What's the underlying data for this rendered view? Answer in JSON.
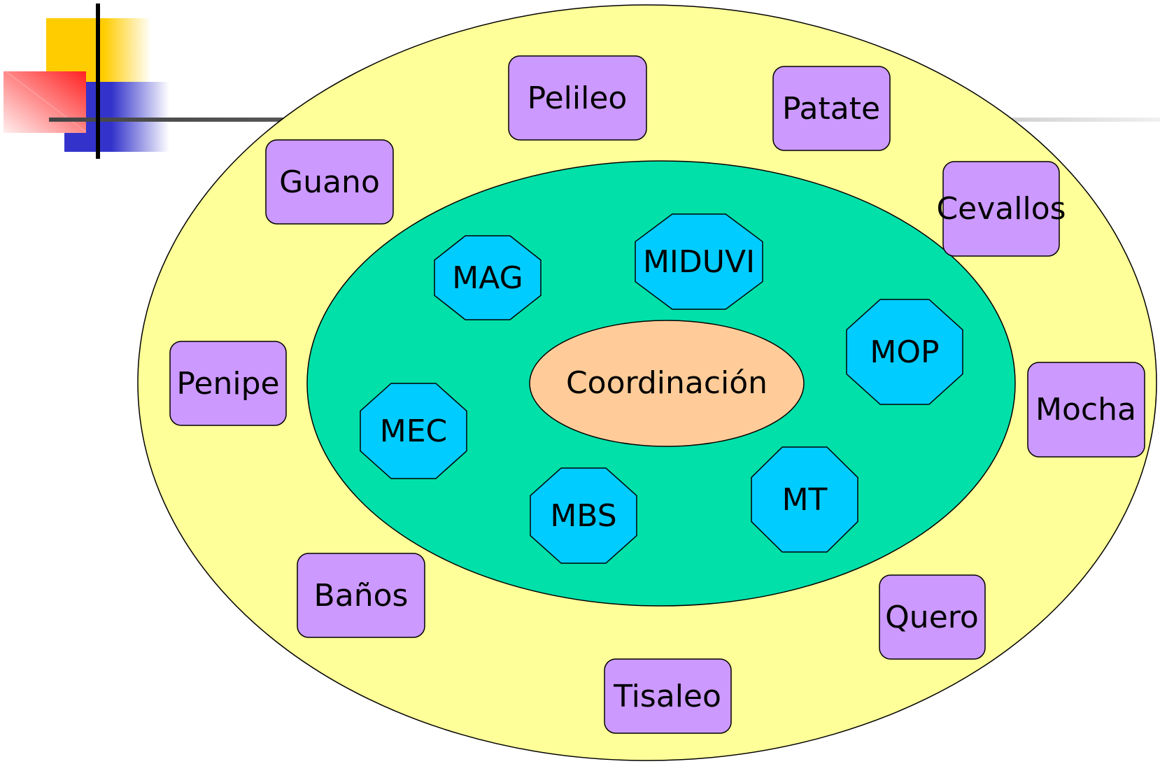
{
  "center": {
    "label": "Coordinación"
  },
  "ministries": [
    {
      "id": "mag",
      "label": "MAG"
    },
    {
      "id": "miduvi",
      "label": "MIDUVI"
    },
    {
      "id": "mop",
      "label": "MOP"
    },
    {
      "id": "mec",
      "label": "MEC"
    },
    {
      "id": "mbs",
      "label": "MBS"
    },
    {
      "id": "mt",
      "label": "MT"
    }
  ],
  "municipalities": [
    {
      "id": "pelileo",
      "label": "Pelileo"
    },
    {
      "id": "patate",
      "label": "Patate"
    },
    {
      "id": "guano",
      "label": "Guano"
    },
    {
      "id": "cevallos",
      "label": "Cevallos"
    },
    {
      "id": "penipe",
      "label": "Penipe"
    },
    {
      "id": "mocha",
      "label": "Mocha"
    },
    {
      "id": "banos",
      "label": "Baños"
    },
    {
      "id": "quero",
      "label": "Quero"
    },
    {
      "id": "tisaleo",
      "label": "Tisaleo"
    }
  ],
  "colors": {
    "outer_ring": "#ffff99",
    "inner_ring": "#00e0a8",
    "center": "#ffcc99",
    "ministry": "#00ccff",
    "municipality": "#cc99ff",
    "deco_yellow": "#ffcc00",
    "deco_red": "#ff3333",
    "deco_blue": "#3333cc"
  }
}
